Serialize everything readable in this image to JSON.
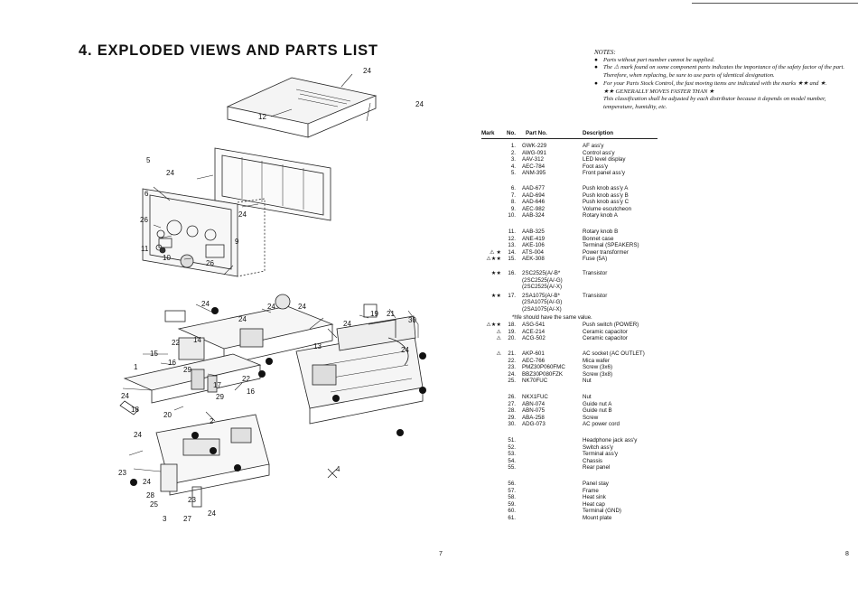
{
  "title": "4. EXPLODED VIEWS AND PARTS LIST",
  "notes": {
    "heading": "NOTES:",
    "items": [
      {
        "bullet": "●",
        "text": "Parts without part number cannot be supplied."
      },
      {
        "bullet": "●",
        "text": "The ⚠ mark found on some component parts indicates the importance of the safety factor of the part. Therefore, when replacing, be sure to use parts of identical designation."
      },
      {
        "bullet": "●",
        "text": "For your Parts Stock Control, the fast moving items are indicated with the marks ★★ and ★."
      },
      {
        "bullet": "",
        "text": "★★ GENERALLY MOVES FASTER THAN ★"
      },
      {
        "bullet": "",
        "text": "This classification shall be adjusted by each distributor because it depends on model number, temperature, humidity, etc."
      }
    ]
  },
  "table": {
    "headers": {
      "mark": "Mark",
      "no": "No.",
      "part": "Part No.",
      "desc": "Description"
    },
    "rows": [
      {
        "mark": "",
        "no": "1.",
        "part": "GWK-229",
        "desc": "AF ass'y"
      },
      {
        "mark": "",
        "no": "2.",
        "part": "AWG-091",
        "desc": "Control ass'y"
      },
      {
        "mark": "",
        "no": "3.",
        "part": "AAV-312",
        "desc": "LED level display"
      },
      {
        "mark": "",
        "no": "4.",
        "part": "AEC-784",
        "desc": "Foot ass'y"
      },
      {
        "mark": "",
        "no": "5.",
        "part": "ANM-395",
        "desc": "Front panel ass'y"
      },
      {
        "mark": "",
        "no": "6.",
        "part": "AAD-677",
        "desc": "Push knob ass'y A"
      },
      {
        "mark": "",
        "no": "7.",
        "part": "AAD-694",
        "desc": "Push knob ass'y B"
      },
      {
        "mark": "",
        "no": "8.",
        "part": "AAD-646",
        "desc": "Push knob ass'y C"
      },
      {
        "mark": "",
        "no": "9.",
        "part": "AEC-982",
        "desc": "Volume escutcheon"
      },
      {
        "mark": "",
        "no": "10.",
        "part": "AAB-324",
        "desc": "Rotary knob A"
      },
      {
        "mark": "",
        "no": "11.",
        "part": "AAB-325",
        "desc": "Rotary knob B"
      },
      {
        "mark": "",
        "no": "12.",
        "part": "ANE-419",
        "desc": "Bonnet case"
      },
      {
        "mark": "",
        "no": "13.",
        "part": "AKE-106",
        "desc": "Terminal (SPEAKERS)"
      },
      {
        "mark": "⚠ ★",
        "no": "14.",
        "part": "ATS-004",
        "desc": "Power transformer"
      },
      {
        "mark": "⚠★★",
        "no": "15.",
        "part": "AEK-308",
        "desc": "Fuse (5A)"
      },
      {
        "mark": "★★",
        "no": "16.",
        "part": "2SC2525(A/-B*",
        "desc": "Transistor"
      },
      {
        "mark": "",
        "no": "",
        "part": "(2SC2525(A/-G)",
        "desc": ""
      },
      {
        "mark": "",
        "no": "",
        "part": "(2SC2525(A/-X)",
        "desc": ""
      },
      {
        "mark": "★★",
        "no": "17.",
        "part": "2SA1075(A/-B*",
        "desc": "Transistor"
      },
      {
        "mark": "",
        "no": "",
        "part": "(2SA1075(A/-G)",
        "desc": ""
      },
      {
        "mark": "",
        "no": "",
        "part": "(2SA1075(A/-X)",
        "desc": ""
      },
      {
        "mark": "⚠★★",
        "no": "18.",
        "part": "ASG-541",
        "desc": "Push switch (POWER)"
      },
      {
        "mark": "⚠",
        "no": "19.",
        "part": "ACE-214",
        "desc": "Ceramic capacitor"
      },
      {
        "mark": "⚠",
        "no": "20.",
        "part": "ACG-502",
        "desc": "Ceramic capacitor"
      },
      {
        "mark": "⚠",
        "no": "21.",
        "part": "AKP-601",
        "desc": "AC socket (AC OUTLET)"
      },
      {
        "mark": "",
        "no": "22.",
        "part": "AEC-766",
        "desc": "Mica wafer"
      },
      {
        "mark": "",
        "no": "23.",
        "part": "PMZ30P060FMC",
        "desc": "Screw (3x6)"
      },
      {
        "mark": "",
        "no": "24.",
        "part": "BBZ30P080FZK",
        "desc": "Screw (3x8)"
      },
      {
        "mark": "",
        "no": "25.",
        "part": "NK70FUC",
        "desc": "Nut"
      },
      {
        "mark": "",
        "no": "26.",
        "part": "NKX1FUC",
        "desc": "Nut"
      },
      {
        "mark": "",
        "no": "27.",
        "part": "ABN-074",
        "desc": "Guide nut A"
      },
      {
        "mark": "",
        "no": "28.",
        "part": "ABN-075",
        "desc": "Guide nut B"
      },
      {
        "mark": "",
        "no": "29.",
        "part": "ABA-258",
        "desc": "Screw"
      },
      {
        "mark": "",
        "no": "30.",
        "part": "ADG-073",
        "desc": "AC power cord"
      },
      {
        "mark": "",
        "no": "51.",
        "part": "",
        "desc": "Headphone jack ass'y"
      },
      {
        "mark": "",
        "no": "52.",
        "part": "",
        "desc": "Switch ass'y"
      },
      {
        "mark": "",
        "no": "53.",
        "part": "",
        "desc": "Terminal ass'y"
      },
      {
        "mark": "",
        "no": "54.",
        "part": "",
        "desc": "Chassis"
      },
      {
        "mark": "",
        "no": "55.",
        "part": "",
        "desc": "Rear panel"
      },
      {
        "mark": "",
        "no": "56.",
        "part": "",
        "desc": "Panel stay"
      },
      {
        "mark": "",
        "no": "57.",
        "part": "",
        "desc": "Frame"
      },
      {
        "mark": "",
        "no": "58.",
        "part": "",
        "desc": "Heat sink"
      },
      {
        "mark": "",
        "no": "59.",
        "part": "",
        "desc": "Heat cap"
      },
      {
        "mark": "",
        "no": "60.",
        "part": "",
        "desc": "Terminal (GND)"
      },
      {
        "mark": "",
        "no": "61.",
        "part": "",
        "desc": "Mount plate"
      }
    ],
    "hfe_note": "*hfe should have the same value."
  },
  "callouts": [
    "24",
    "12",
    "24",
    "5",
    "24",
    "6",
    "24",
    "26",
    "9",
    "11",
    "10",
    "26",
    "24",
    "24",
    "14",
    "24",
    "21",
    "30",
    "19",
    "13",
    "24",
    "15",
    "16",
    "22",
    "29",
    "17",
    "22",
    "16",
    "24",
    "18",
    "20",
    "29",
    "2",
    "24",
    "23",
    "24",
    "28",
    "25",
    "3",
    "27",
    "24",
    "24",
    "1",
    "4",
    "24",
    "24"
  ],
  "page_numbers": {
    "left": "7",
    "right": "8"
  }
}
